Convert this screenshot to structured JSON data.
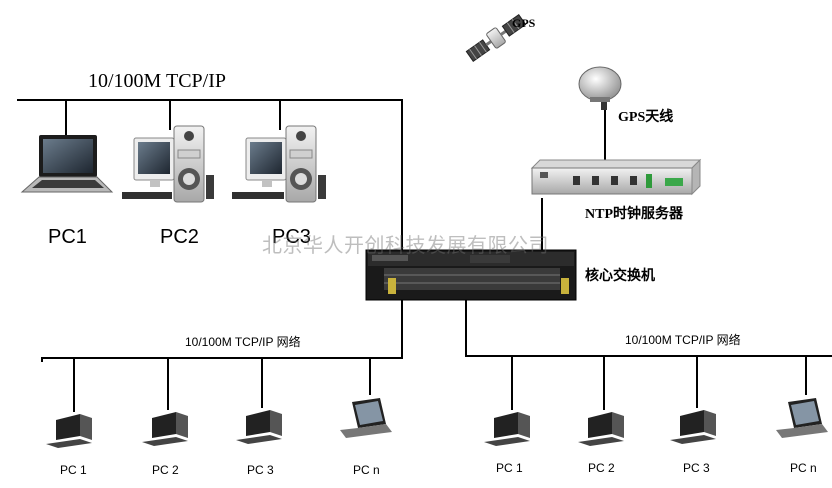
{
  "top_network": {
    "label": "10/100M TCP/IP"
  },
  "gps": {
    "label": "GPS",
    "antenna_label": "GPS天线"
  },
  "ntp_server": {
    "label": "NTP时钟服务器"
  },
  "core_switch": {
    "label": "核心交换机"
  },
  "watermark": {
    "text": "北京华人开创科技发展有限公司"
  },
  "top_pcs": [
    {
      "label": "PC1",
      "icon": "laptop-icon"
    },
    {
      "label": "PC2",
      "icon": "desktop-pc-icon"
    },
    {
      "label": "PC3",
      "icon": "desktop-pc-icon"
    }
  ],
  "left_network": {
    "label": "10/100M TCP/IP  网络",
    "clients": [
      {
        "label": "PC 1"
      },
      {
        "label": "PC 2"
      },
      {
        "label": "PC 3"
      },
      {
        "label": "PC n"
      }
    ]
  },
  "right_network": {
    "label": "10/100M TCP/IP  网络",
    "clients": [
      {
        "label": "PC 1"
      },
      {
        "label": "PC 2"
      },
      {
        "label": "PC 3"
      },
      {
        "label": "PC n"
      }
    ]
  }
}
